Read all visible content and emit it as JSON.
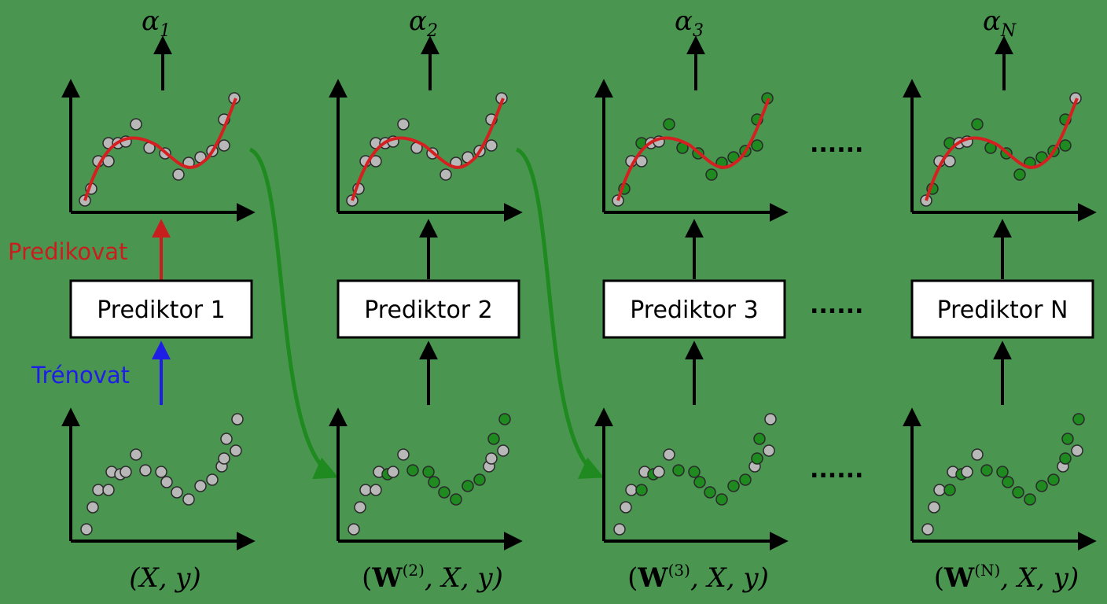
{
  "diagram": {
    "columns": [
      {
        "alpha_symbol": "α",
        "alpha_sub": "1",
        "predictor_label": "Prediktor 1",
        "input_label": {
          "bold": "",
          "sup": "",
          "rest": "(X, y)"
        },
        "weighted": false
      },
      {
        "alpha_symbol": "α",
        "alpha_sub": "2",
        "predictor_label": "Prediktor 2",
        "input_label": {
          "bold": "W",
          "sup": "(2)",
          "rest": ", X, y)"
        },
        "weighted": true
      },
      {
        "alpha_symbol": "α",
        "alpha_sub": "3",
        "predictor_label": "Prediktor 3",
        "input_label": {
          "bold": "W",
          "sup": "(3)",
          "rest": ", X, y)"
        },
        "weighted": true
      },
      {
        "alpha_symbol": "α",
        "alpha_sub": "N",
        "predictor_label": "Prediktor N",
        "input_label": {
          "bold": "W",
          "sup": "(N)",
          "rest": ", X, y)"
        },
        "weighted": true
      }
    ],
    "side_labels": {
      "predict": "Predikovat",
      "train": "Trénovat"
    },
    "ellipsis": "......",
    "colors": {
      "background": "#4a9650",
      "axis": "#000000",
      "fit_curve": "#d42020",
      "point_gray": "#b8b8b8",
      "point_green": "#1f8a1f",
      "flow_arrow": "#1f8a1f",
      "predict_arrow": "#c81e1e",
      "train_arrow": "#1e1ee6",
      "box_fill": "#ffffff"
    }
  }
}
